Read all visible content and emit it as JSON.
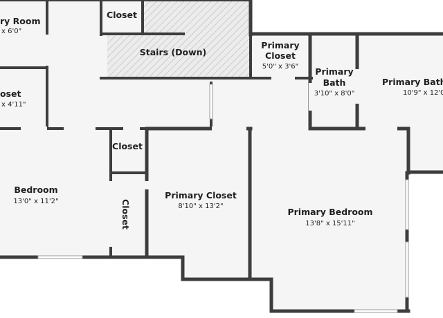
{
  "floorplan": {
    "colors": {
      "wall": "#3d3d3d",
      "floor": "#f5f5f5",
      "hatch": "#c4c4c4",
      "background": "#ffffff",
      "window": "#cfcfcf"
    },
    "rooms": {
      "utility_room": {
        "name": "ry Room",
        "dims": "x 6'0\""
      },
      "left_closet": {
        "name": "oset",
        "dims": "x 4'11\""
      },
      "top_closet": {
        "name": "Closet"
      },
      "stairs": {
        "name": "Stairs (Down)"
      },
      "primary_closet_small": {
        "name_line1": "Primary",
        "name_line2": "Closet",
        "dims": "5'0\" x 3'6\""
      },
      "primary_bath": {
        "name_line1": "Primary",
        "name_line2": "Bath",
        "dims": "3'10\" x 8'0\""
      },
      "primary_bathroom": {
        "name": "Primary Bathr",
        "dims": "10'9\" x 12'0\""
      },
      "mid_closet": {
        "name": "Closet"
      },
      "bedroom": {
        "name": "Bedroom",
        "dims": "13'0\" x 11'2\""
      },
      "vertical_closet": {
        "name": "Closet"
      },
      "primary_closet_large": {
        "name": "Primary Closet",
        "dims": "8'10\" x 13'2\""
      },
      "primary_bedroom": {
        "name": "Primary Bedroom",
        "dims": "13'8\" x 15'11\""
      }
    }
  }
}
